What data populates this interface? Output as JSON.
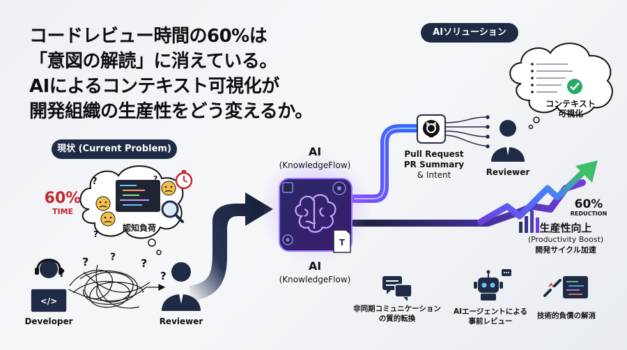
{
  "headline": {
    "line1": "コードレビュー時間の60%は",
    "line2": "「意図の解読」に消えている。",
    "line3": "AIによるコンテキスト可視化が",
    "line4": "開発組織の生産性をどう変えるか。"
  },
  "current": {
    "pill": "現状 (Current Problem)",
    "stat_value": "60%",
    "stat_unit": "TIME",
    "load_label": "認知負荷",
    "developer_label": "Developer",
    "reviewer_label": "Reviewer"
  },
  "ai": {
    "name_top": "AI",
    "sub_top": "(KnowledgeFlow)",
    "name_bottom": "AI",
    "sub_bottom": "(KnowledgeFlow)"
  },
  "solution": {
    "pill": "AIソリューション",
    "cloud_label_1": "コンテキスト",
    "cloud_label_2": "可視化",
    "pr_line1": "Pull Request",
    "pr_line2": "PR Summary",
    "pr_line3": "& Intent",
    "reviewer_label": "Reviewer",
    "reduction_value": "60%",
    "reduction_label": "REDUCTION",
    "productivity_title": "生産性向上",
    "productivity_sub": "(Productivity Boost)",
    "productivity_sub2": "開発サイクル加速"
  },
  "features": [
    {
      "icon": "chat-bubbles-icon",
      "line1": "非同期コミュニケーション",
      "line2": "の質的転換"
    },
    {
      "icon": "robot-icon",
      "line1": "AIエージェントによる",
      "line2": "事前レビュー"
    },
    {
      "icon": "broken-link-icon",
      "line1": "技術的負債の解消",
      "line2": ""
    }
  ],
  "colors": {
    "navy": "#1f2a44",
    "red": "#c4262e",
    "purple": "#7b4dff",
    "blue": "#2f6bff",
    "green": "#3fbf6a"
  }
}
